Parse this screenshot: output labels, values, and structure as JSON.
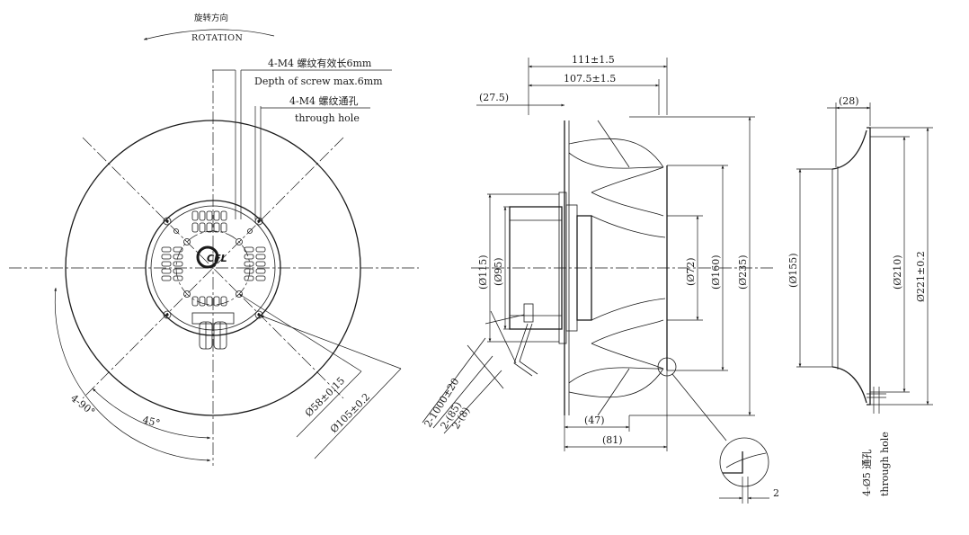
{
  "front_view": {
    "rotation_cn": "旋转方向",
    "rotation_en": "ROTATION",
    "screw_depth_cn": "4-M4 螺纹有效长6mm",
    "screw_depth_en": "Depth of screw max.6mm",
    "through_hole_cn": "4-M4 螺纹通孔",
    "through_hole_en": "through hole",
    "angle_spacing": "4-90°",
    "angle_45": "45°",
    "bolt_circle": "Ø58±0.15",
    "hub_diameter": "Ø105±0.2"
  },
  "side_view": {
    "length_total": "111±1.5",
    "length_body": "107.5±1.5",
    "offset_front": "(27.5)",
    "dia_115": "(Ø115)",
    "dia_95": "(Ø95)",
    "dia_72": "(Ø72)",
    "dia_160": "(Ø160)",
    "dia_235": "(Ø235)",
    "depth_47": "(47)",
    "depth_81": "(81)",
    "cable_length": "2-1000±20",
    "cable_85": "2-(85)",
    "cable_8": "2-(8)",
    "detail_thickness": "2"
  },
  "inlet_ring": {
    "width": "(28)",
    "dia_155": "(Ø155)",
    "dia_210": "(Ø210)",
    "dia_221": "Ø221±0.2",
    "holes_cn": "4-Ø5 通孔",
    "holes_en": "through hole"
  },
  "logo_text": "CFL"
}
